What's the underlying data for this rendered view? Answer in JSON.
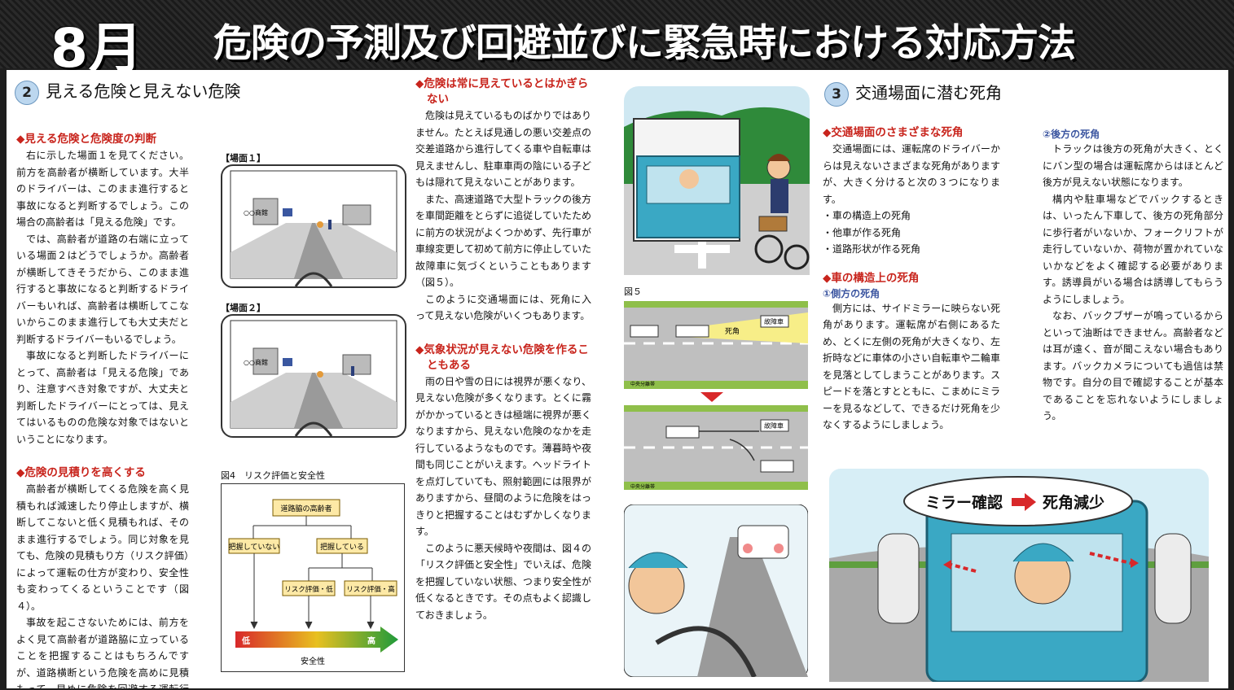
{
  "header": {
    "month": "8月",
    "title": "危険の予測及び回避並びに緊急時における対応方法"
  },
  "sec2": {
    "num": "2",
    "title": "見える危険と見えない危険",
    "h1": "◆見える危険と危険度の判断",
    "p1a": "右に示した場面１を見てください。前方を高齢者が横断しています。大半のドライバーは、このまま進行すると事故になると判断するでしょう。この場合の高齢者は「見える危険」です。",
    "p1b": "では、高齢者が道路の右端に立っている場面２はどうでしょうか。高齢者が横断してきそうだから、このまま進行すると事故になると判断するドライバーもいれば、高齢者は横断してこないからこのまま進行しても大丈夫だと判断するドライバーもいるでしょう。",
    "p1c": "事故になると判断したドライバーにとって、高齢者は「見える危険」であり、注意すべき対象ですが、大丈夫と判断したドライバーにとっては、見えてはいるものの危険な対象ではないということになります。",
    "h2": "◆危険の見積りを高くする",
    "p2a": "高齢者が横断してくる危険を高く見積もれば減速したり停止しますが、横断してこないと低く見積もれば、そのまま進行するでしょう。同じ対象を見ても、危険の見積もり方（リスク評価）によって運転の仕方が変わり、安全性も変わってくるということです（図４）。",
    "p2b": "事故を起こさないためには、前方をよく見て高齢者が道路脇に立っていることを把握することはもちろんですが、道路横断という危険を高めに見積もって、早めに危険を回避する運転行動をとる必要があります。",
    "scene1": "【場面１】",
    "scene2": "【場面２】",
    "sign": "○○商館",
    "fig4_caption": "図4　リスク評価と安全性",
    "fig4": {
      "top": "道路脇の高齢者",
      "left": "把握していない",
      "right": "把握している",
      "low": "リスク評価・低",
      "high": "リスク評価・高",
      "bar_low": "低",
      "bar_high": "高",
      "axis": "安全性"
    }
  },
  "col2": {
    "h1": "◆危険は常に見えているとはかぎらない",
    "p1a": "危険は見えているものばかりではありません。たとえば見通しの悪い交差点の交差道路から進行してくる車や自転車は見えませんし、駐車車両の陰にいる子どもは隠れて見えないことがあります。",
    "p1b": "また、高速道路で大型トラックの後方を車間距離をとらずに追従していたために前方の状況がよくつかめず、先行車が車線変更して初めて前方に停止していた故障車に気づくということもあります（図５）。",
    "p1c": "このように交通場面には、死角に入って見えない危険がいくつもあります。",
    "h2": "◆気象状況が見えない危険を作ることもある",
    "p2a": "雨の日や雪の日には視界が悪くなり、見えない危険が多くなります。とくに霧がかかっているときは極端に視界が悪くなりますから、見えない危険のなかを走行しているようなものです。薄暮時や夜間も同じことがいえます。ヘッドライトを点灯していても、照射範囲には限界がありますから、昼間のように危険をはっきりと把握することはむずかしくなります。",
    "p2b": "このように悪天候時や夜間は、図４の「リスク評価と安全性」でいえば、危険を把握していない状態、つまり安全性が低くなるときです。その点もよく認識しておきましょう。",
    "fig5_caption": "図５",
    "fig5_dead": "死角",
    "fig5_broken": "故障車",
    "fig5_median": "中央分離帯"
  },
  "sec3": {
    "num": "3",
    "title": "交通場面に潜む死角",
    "h1": "◆交通場面のさまざまな死角",
    "p1": "交通場面には、運転席のドライバーからは見えないさまざまな死角がありますが、大きく分けると次の３つになります。",
    "list": [
      "・車の構造上の死角",
      "・他車が作る死角",
      "・道路形状が作る死角"
    ],
    "h2": "◆車の構造上の死角",
    "sub1": "①側方の死角",
    "p2": "側方には、サイドミラーに映らない死角があります。運転席が右側にあるため、とくに左側の死角が大きくなり、左折時などに車体の小さい自転車や二輪車を見落としてしまうことがあります。スピードを落とすとともに、こまめにミラーを見るなどして、できるだけ死角を少なくするようにしましょう。",
    "sub2": "②後方の死角",
    "p3a": "トラックは後方の死角が大きく、とくにバン型の場合は運転席からはほとんど後方が見えない状態になります。",
    "p3b": "構内や駐車場などでバックするときは、いったん下車して、後方の死角部分に歩行者がいないか、フォークリフトが走行していないか、荷物が置かれていないかなどをよく確認する必要があります。誘導員がいる場合は誘導してもらうようにしましょう。",
    "p3c": "なお、バックブザーが鳴っているからといって油断はできません。高齢者などは耳が遠く、音が聞こえない場合もあります。バックカメラについても過信は禁物です。自分の目で確認することが基本であることを忘れないようにしましょう。",
    "bubble": "ミラー確認",
    "bubble2": "死角減少"
  },
  "colors": {
    "accent_red": "#c8241c",
    "sub_blue": "#3b55a0",
    "truck": "#3aa8c4"
  }
}
